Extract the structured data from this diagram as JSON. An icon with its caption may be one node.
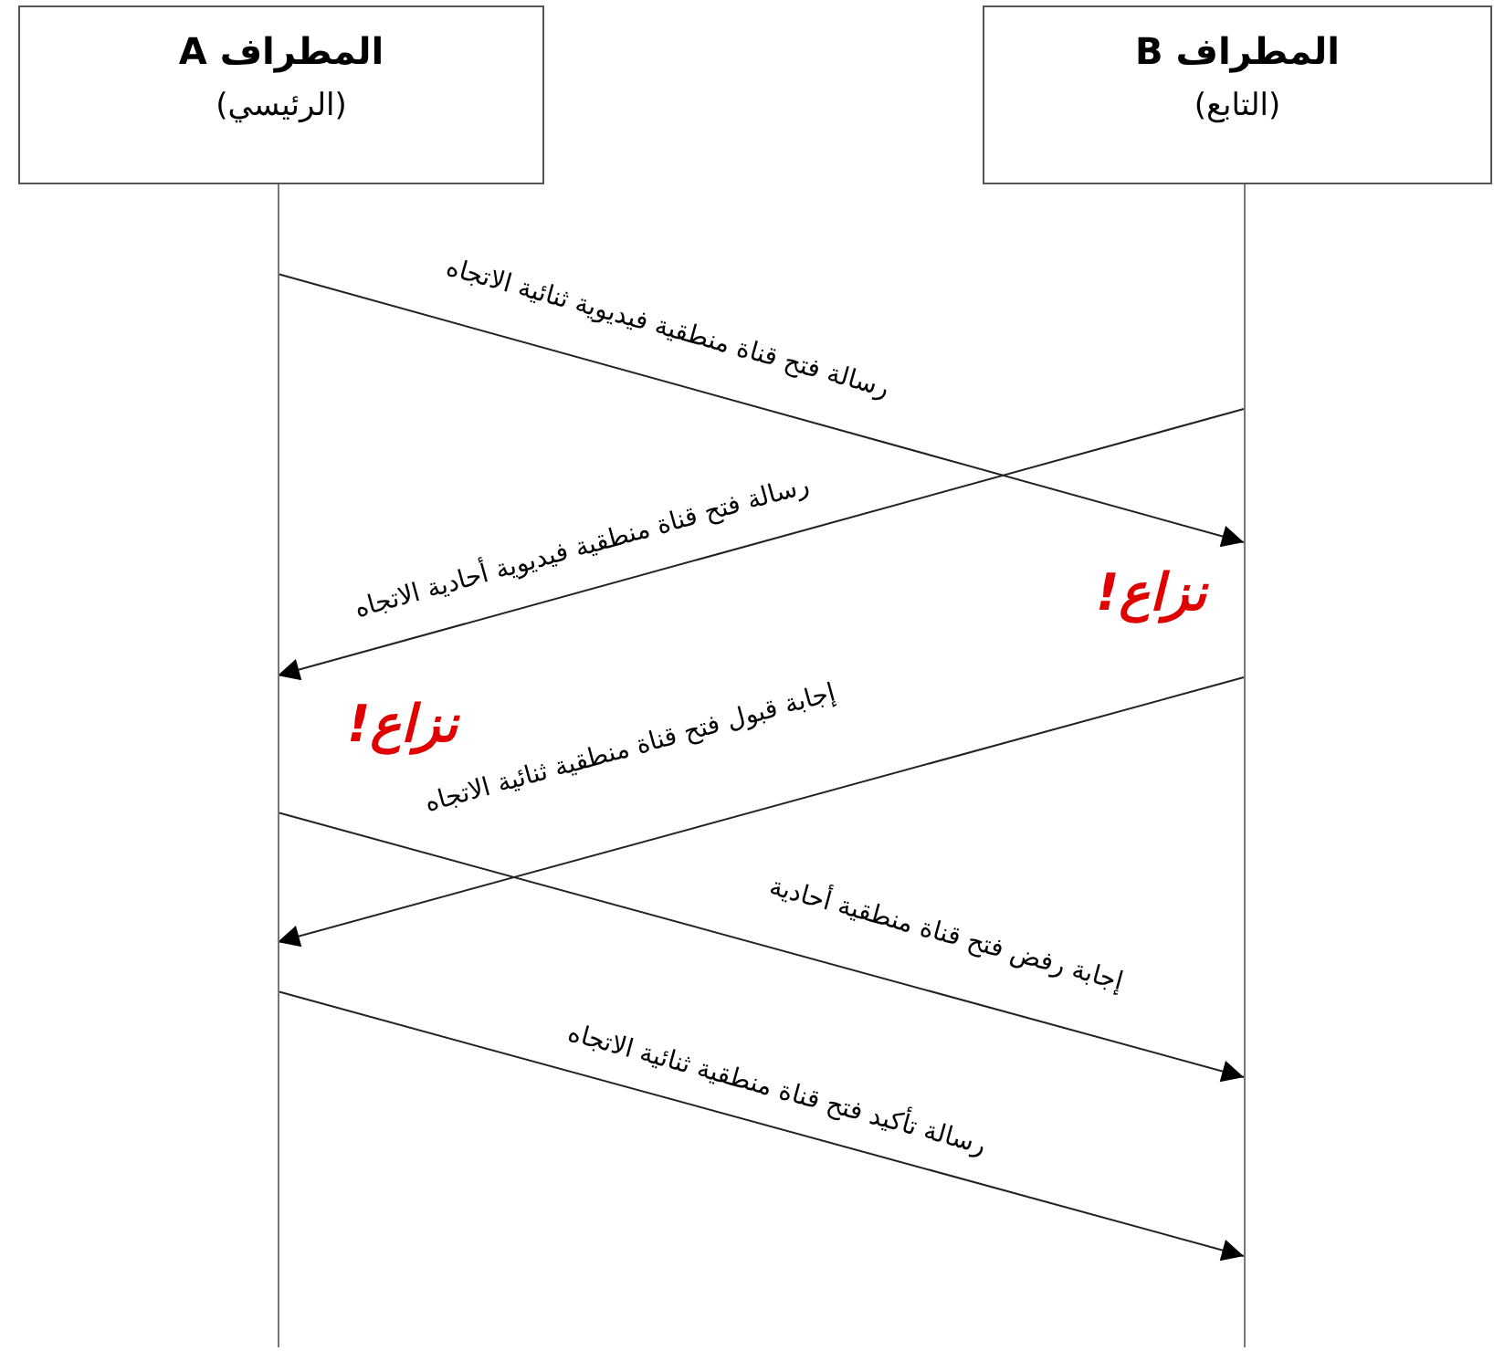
{
  "diagram": {
    "nodes": [
      {
        "text": [
          "المطراف A",
          "(الرئيسي)"
        ]
      },
      {
        "text": [
          "المطراف B",
          "(التابع)"
        ]
      },
      {
        "text": [],
        "shape": "bar"
      },
      {
        "text": [],
        "shape": "bar"
      }
    ],
    "edges": [
      {
        "from": 2,
        "to": 3,
        "arrow": "to",
        "label": "رسالة فتح قناة منطقية فيديوية ثنائية الاتجاه"
      },
      {
        "from": 3,
        "to": 2,
        "arrow": "to",
        "label": "رسالة فتح قناة منطقية فيديوية أحادية الاتجاه"
      },
      {
        "from": 3,
        "to": 2,
        "arrow": "to",
        "label": "إجابة قبول فتح قناة منطقية ثنائية الاتجاه"
      },
      {
        "from": 2,
        "to": 3,
        "arrow": "to",
        "label": "إجابة رفض فتح قناة منطقية أحادية"
      },
      {
        "from": 2,
        "to": 3,
        "arrow": "to",
        "label": "رسالة تأكيد فتح قناة منطقية ثنائية الاتجاه"
      }
    ],
    "labels": [
      "نزاع!",
      "نزاع!"
    ]
  }
}
